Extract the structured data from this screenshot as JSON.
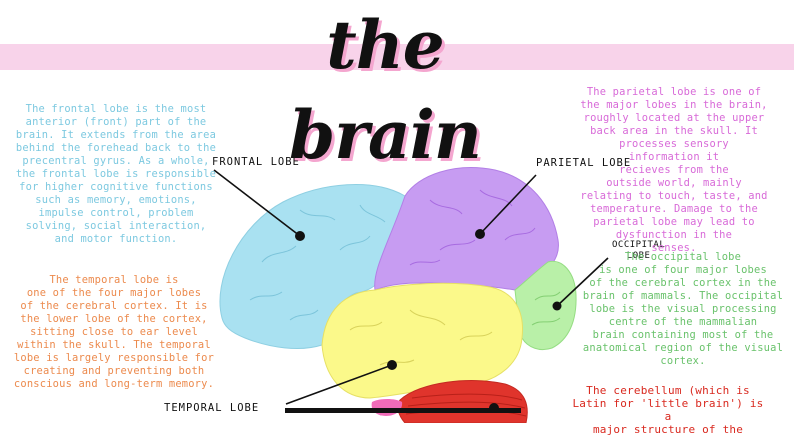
{
  "title": "the brain",
  "colors": {
    "title_band": "#f8d3ea",
    "frontal": "#a9e1f1",
    "parietal": "#c79cf2",
    "occipital": "#b9f0a8",
    "temporal": "#fbf98a",
    "cerebellum": "#e0342c",
    "brainstem": "#f06bb8",
    "frontal_text": "#7dc9e0",
    "parietal_text": "#d86ad8",
    "occipital_text": "#69c26b",
    "temporal_text": "#ec8a4d",
    "cerebellum_text": "#d9291f"
  },
  "labels": {
    "frontal": "FRONTAL LOBE",
    "parietal": "PARIETAL LOBE",
    "occipital": "OCCIPITAL\nLOBE",
    "temporal": "TEMPORAL LOBE"
  },
  "notes": {
    "frontal": "The frontal lobe is the most\nanterior (front) part of the\nbrain. It extends from the area\nbehind the forehead back to the\nprecentral gyrus. As a whole,\nthe frontal lobe is responsible\nfor higher cognitive functions\nsuch as memory, emotions,\nimpulse control, problem\nsolving, social interaction,\nand motor function.",
    "parietal": "The parietal lobe is one of\nthe major lobes in the brain,\nroughly located at the upper\nback area in the skull. It\nprocesses sensory\ninformation it\nrecieves from the\noutside world, mainly\nrelating to touch, taste, and\ntemperature. Damage to the\nparietal lobe may lead to\ndysfunction in the\nsenses.",
    "occipital": "The occipital lobe\nis one of four major lobes\nof the cerebral cortex in the\nbrain of mammals. The occipital\nlobe is the visual processing\ncentre of the mammalian\nbrain containing most of the\nanatomical region of the visual\ncortex.",
    "temporal": "The temporal lobe is\none of the four major lobes\nof the cerebral cortex. It is\nthe lower lobe of the cortex,\nsitting close to ear level\nwithin the skull. The temporal\nlobe is largely responsible for\ncreating and preventing both\nconscious and long-term memory.",
    "cerebellum": "The cerebellum (which is\nLatin for 'little brain') is a\nmajor structure of the"
  }
}
